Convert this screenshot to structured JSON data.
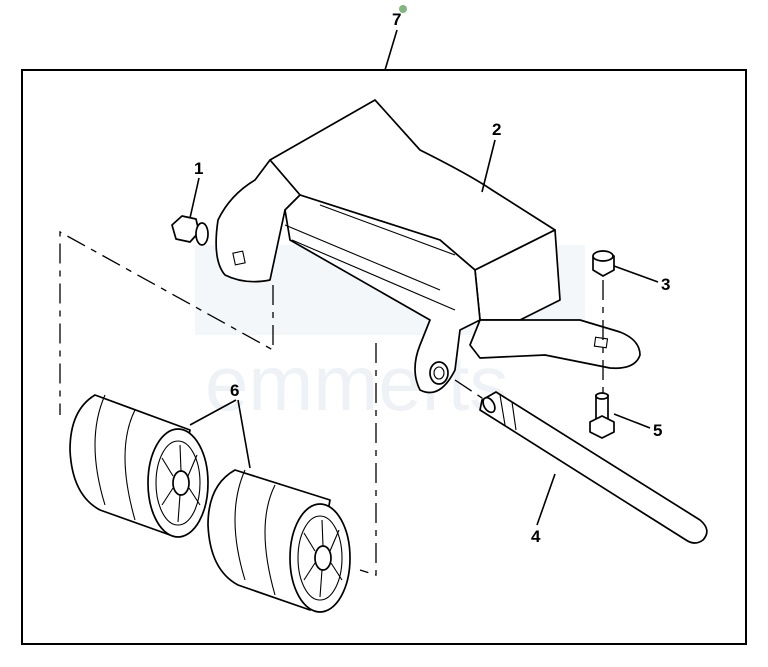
{
  "callouts": {
    "c1": "1",
    "c2": "2",
    "c3": "3",
    "c4": "4",
    "c5": "5",
    "c6": "6",
    "c7": "7"
  },
  "watermark": "emmerts",
  "colors": {
    "ink": "#000000",
    "marker": "#7fb77e",
    "watermark": "#eef2f6"
  }
}
